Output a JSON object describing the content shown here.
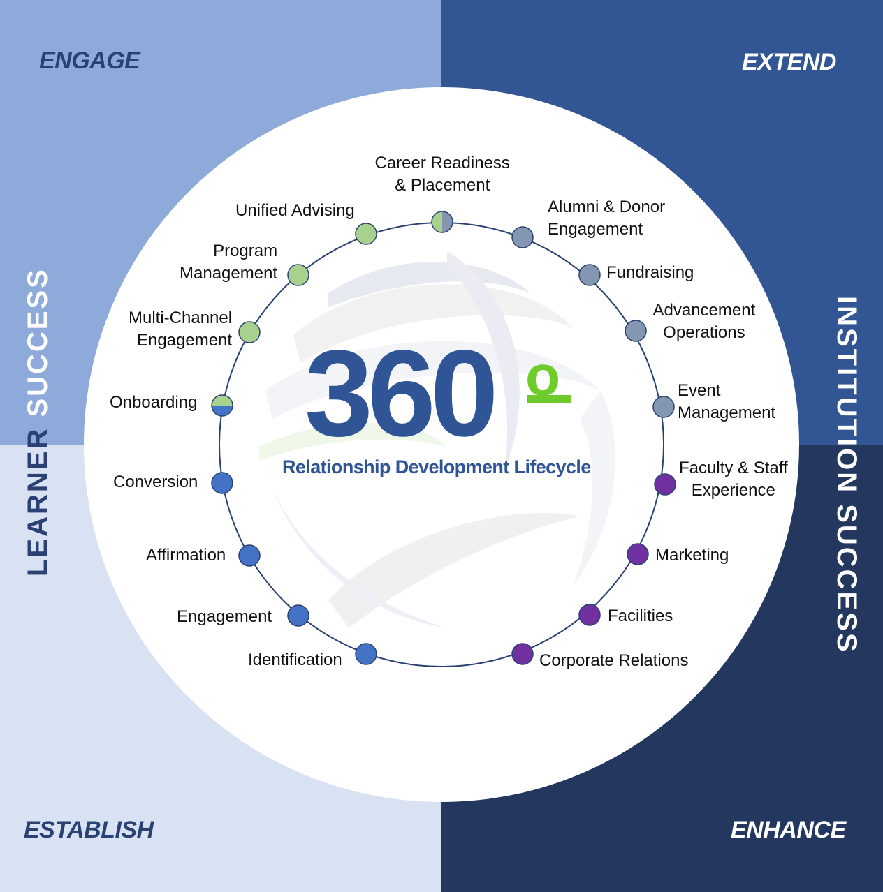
{
  "quadrants": {
    "top_left": "ENGAGE",
    "top_right": "EXTEND",
    "bottom_left": "ESTABLISH",
    "bottom_right": "ENHANCE"
  },
  "side_labels": {
    "learner_word1": "LEARNER",
    "learner_word2": "SUCCESS",
    "institution": "INSTITUTION SUCCESS"
  },
  "center": {
    "number": "360",
    "degree": "o",
    "subtitle": "Relationship Development Lifecycle"
  },
  "colors": {
    "green": "#a9d18e",
    "gray": "#8497b0",
    "blue": "#4472c4",
    "purple": "#7030a0",
    "ring": "#2b4174"
  },
  "stages": [
    {
      "line1": "Career Readiness",
      "line2": "& Placement",
      "color": "green+gray"
    },
    {
      "line1": "Alumni & Donor",
      "line2": "Engagement",
      "color": "gray"
    },
    {
      "line1": "Fundraising",
      "line2": "",
      "color": "gray"
    },
    {
      "line1": "Advancement",
      "line2": "Operations",
      "color": "gray"
    },
    {
      "line1": "Event",
      "line2": "Management",
      "color": "gray"
    },
    {
      "line1": "Faculty & Staff",
      "line2": "Experience",
      "color": "purple"
    },
    {
      "line1": "Marketing",
      "line2": "",
      "color": "purple"
    },
    {
      "line1": "Facilities",
      "line2": "",
      "color": "purple"
    },
    {
      "line1": "Corporate Relations",
      "line2": "",
      "color": "purple"
    },
    {
      "line1": "Identification",
      "line2": "",
      "color": "blue"
    },
    {
      "line1": "Engagement",
      "line2": "",
      "color": "blue"
    },
    {
      "line1": "Affirmation",
      "line2": "",
      "color": "blue"
    },
    {
      "line1": "Conversion",
      "line2": "",
      "color": "blue"
    },
    {
      "line1": "Onboarding",
      "line2": "",
      "color": "green+blue"
    },
    {
      "line1": "Multi-Channel",
      "line2": "Engagement",
      "color": "green"
    },
    {
      "line1": "Program",
      "line2": "Management",
      "color": "green"
    },
    {
      "line1": "Unified Advising",
      "line2": "",
      "color": "green"
    }
  ]
}
